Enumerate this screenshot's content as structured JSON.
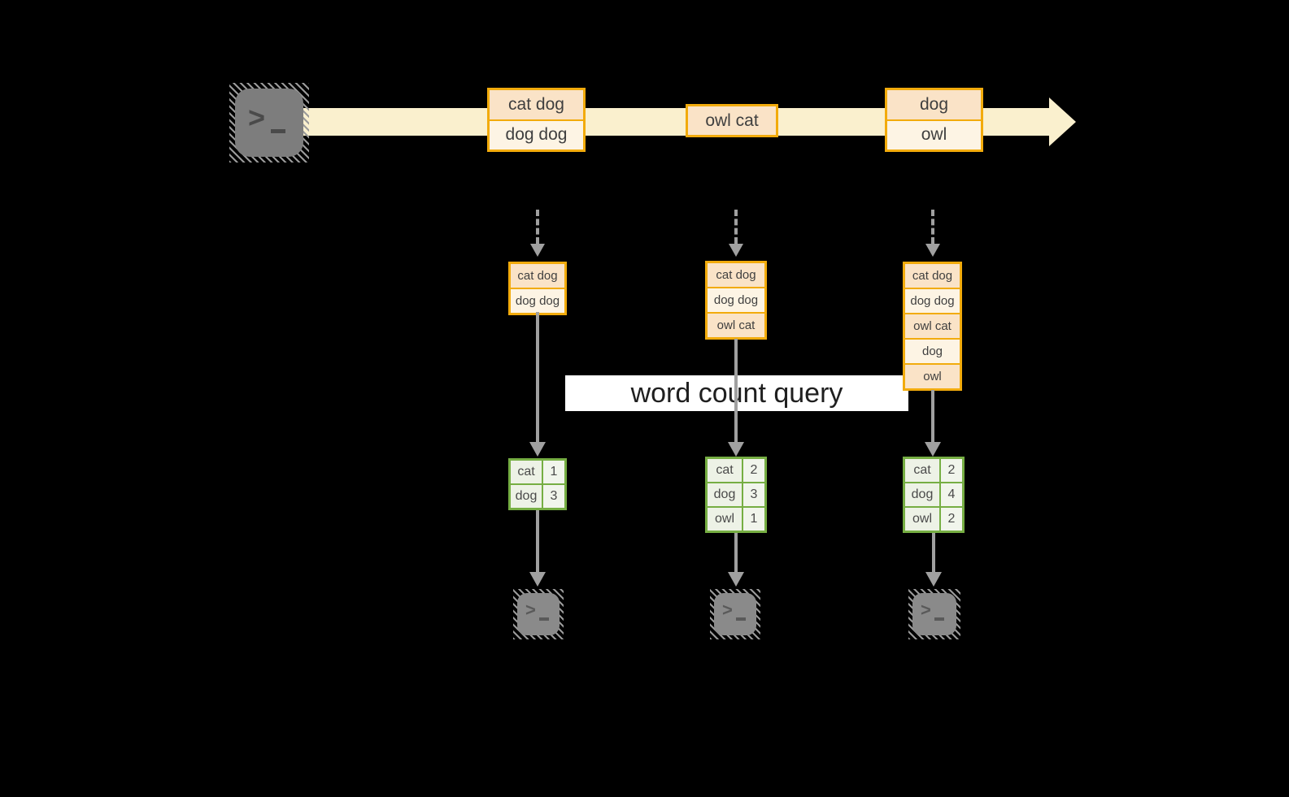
{
  "diagram": {
    "query_label": "word count query",
    "stream": {
      "events": [
        {
          "lines": [
            "cat dog",
            "dog dog"
          ]
        },
        {
          "lines": [
            "owl cat"
          ]
        },
        {
          "lines": [
            "dog",
            "owl"
          ]
        }
      ]
    },
    "columns": [
      {
        "state": [
          "cat dog",
          "dog dog"
        ],
        "result": [
          {
            "word": "cat",
            "count": "1"
          },
          {
            "word": "dog",
            "count": "3"
          }
        ]
      },
      {
        "state": [
          "cat dog",
          "dog dog",
          "owl cat"
        ],
        "result": [
          {
            "word": "cat",
            "count": "2"
          },
          {
            "word": "dog",
            "count": "3"
          },
          {
            "word": "owl",
            "count": "1"
          }
        ]
      },
      {
        "state": [
          "cat dog",
          "dog dog",
          "owl cat",
          "dog",
          "owl"
        ],
        "result": [
          {
            "word": "cat",
            "count": "2"
          },
          {
            "word": "dog",
            "count": "4"
          },
          {
            "word": "owl",
            "count": "2"
          }
        ]
      }
    ],
    "icons": {
      "source": "terminal-icon",
      "sinks": [
        "terminal-icon",
        "terminal-icon",
        "terminal-icon"
      ]
    },
    "colors": {
      "background": "#000000",
      "stream_band": "#FAF0CE",
      "box_border_amber": "#F2AB0C",
      "row_fill_peach": "#FAE3C7",
      "row_fill_cream": "#FDF4E4",
      "table_border_green": "#76AE43",
      "table_cell_fill": "#EDF2E6",
      "arrow_gray": "#A0A0A0",
      "terminal_gray": "#7D7D7D",
      "query_band_bg": "#FFFFFF",
      "text_dark": "#3F3F3F"
    }
  }
}
